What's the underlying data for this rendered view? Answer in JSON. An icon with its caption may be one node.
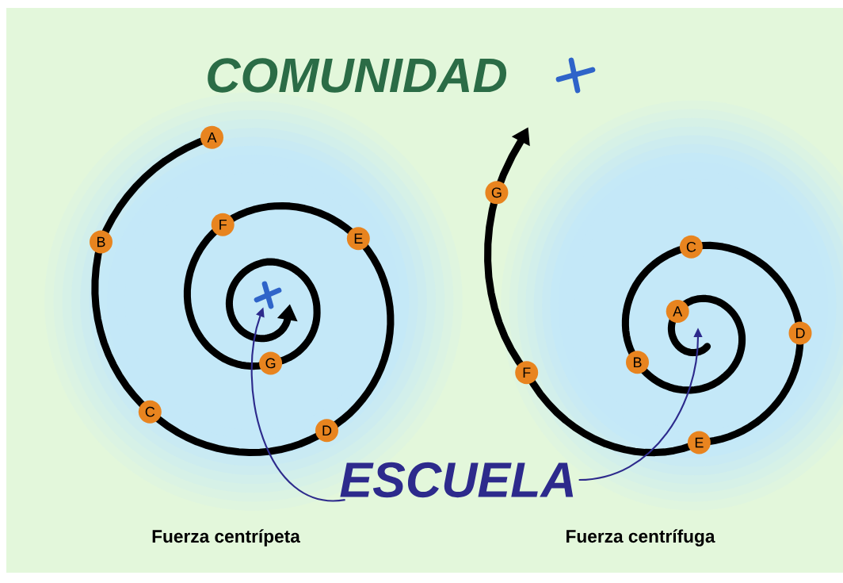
{
  "diagram": {
    "title": "COMUNIDAD",
    "nodes": [
      {
        "text": [
          "A"
        ]
      },
      {
        "text": [
          "B"
        ]
      },
      {
        "text": [
          "C"
        ]
      },
      {
        "text": [
          "D"
        ]
      },
      {
        "text": [
          "E"
        ]
      },
      {
        "text": [
          "F"
        ]
      },
      {
        "text": [
          "G"
        ]
      },
      {
        "text": [
          "A"
        ]
      },
      {
        "text": [
          "B"
        ]
      },
      {
        "text": [
          "C"
        ]
      },
      {
        "text": [
          "D"
        ]
      },
      {
        "text": [
          "E"
        ]
      },
      {
        "text": [
          "F"
        ]
      },
      {
        "text": [
          "G"
        ]
      },
      {
        "text": [],
        "shape": "cross"
      },
      {
        "text": [
          "ESCUELA"
        ]
      }
    ],
    "edges": [
      {
        "from": 15,
        "to": 14,
        "arrow": "to"
      },
      {
        "from": 15,
        "to": null,
        "arrow": "to"
      }
    ],
    "labels": [
      "Fuerza centrípeta",
      "Fuerza centrífuga"
    ]
  }
}
